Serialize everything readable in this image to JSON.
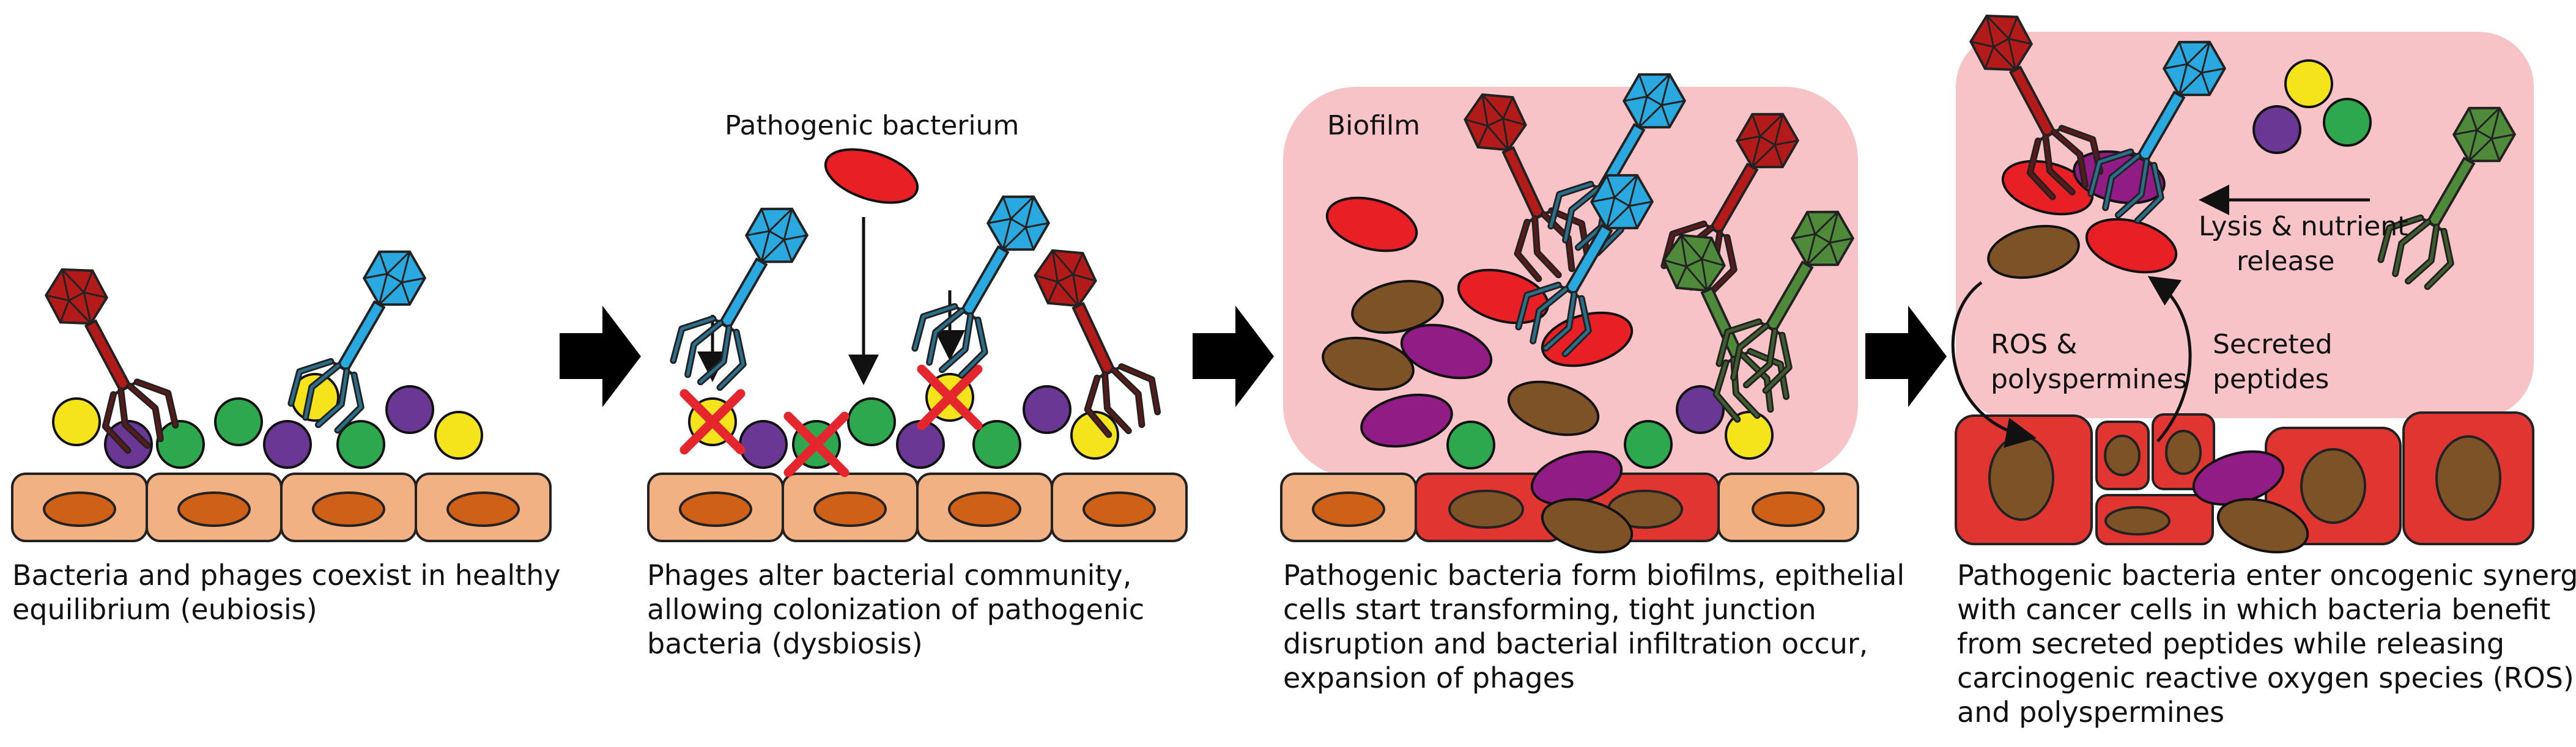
{
  "palette": {
    "epithelial": "#f2b183",
    "epithelial_nucleus": "#cf6017",
    "cancer_cell": "#e03530",
    "cancer_nucleus": "#7d5226",
    "biofilm": "#f7c3c6",
    "bacterium_red": "#e81f25",
    "bacterium_brown": "#7d5226",
    "bacterium_purple": "#921c86",
    "dot_yellow": "#f5e41c",
    "dot_purple": "#6a3794",
    "dot_green": "#2da84e",
    "phage_red": "#b31b1b",
    "phage_blue": "#29a9df",
    "phage_green": "#4f8a3a",
    "cross": "#e5262e"
  },
  "icons": [
    "phage-icon",
    "bacterium-icon",
    "epithelial-cell-icon",
    "cancer-cell-icon",
    "cross-mark-icon",
    "block-arrow-icon"
  ],
  "panels": [
    {
      "caption": [
        "Bacteria and phages coexist in healthy",
        "equilibrium (eubiosis)"
      ]
    },
    {
      "label_pathogen": "Pathogenic bacterium",
      "caption": [
        "Phages alter bacterial community,",
        "allowing colonization of pathogenic",
        "bacteria (dysbiosis)"
      ]
    },
    {
      "label_biofilm": "Biofilm",
      "caption": [
        "Pathogenic bacteria form biofilms, epithelial",
        "cells start transforming, tight junction",
        "disruption and bacterial infiltration occur,",
        "expansion of phages"
      ]
    },
    {
      "label_lysis": [
        "Lysis & nutrient",
        "release"
      ],
      "label_ros": [
        "ROS &",
        "polyspermines"
      ],
      "label_secreted": [
        "Secreted",
        "peptides"
      ],
      "caption": [
        "Pathogenic bacteria enter oncogenic synergy",
        "with cancer cells in which bacteria benefit",
        "from secreted peptides while releasing",
        "carcinogenic reactive oxygen species (ROS)",
        "and polyspermines"
      ]
    }
  ]
}
